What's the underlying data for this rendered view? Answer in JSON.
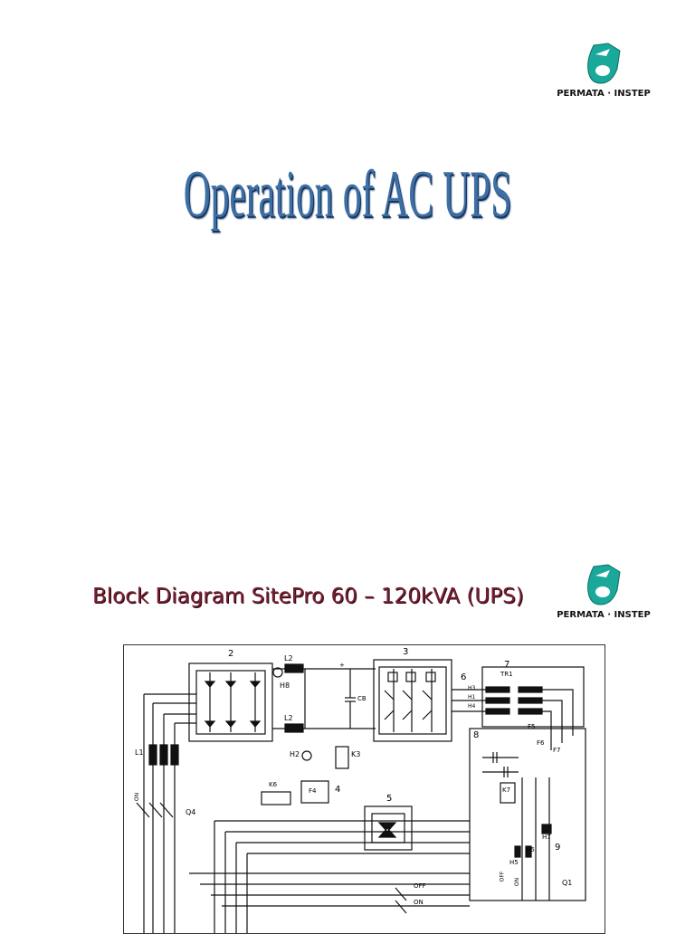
{
  "slide1": {
    "title": "Operation of AC UPS",
    "logo": {
      "text": "PERMATA · INSTEP",
      "icon": "petronas-logo-icon",
      "color": "#1aa89a"
    }
  },
  "slide2": {
    "title": "Block Diagram SitePro 60 – 120kVA (UPS)",
    "logo": {
      "text": "PERMATA · INSTEP",
      "icon": "petronas-logo-icon",
      "color": "#1aa89a"
    },
    "diagram": {
      "block_numbers": [
        "2",
        "3",
        "4",
        "5",
        "6",
        "7",
        "8",
        "9"
      ],
      "component_labels": {
        "L2_top": "L2",
        "L2_bottom": "L2",
        "H8": "H8",
        "CB": "CB",
        "H2": "H2",
        "K3": "K3",
        "K6": "K6",
        "F4": "F4",
        "L1": "L1",
        "Q4": "Q4",
        "TR1": "TR1",
        "F5": "F5",
        "F6": "F6",
        "F7": "F7",
        "K7": "K7",
        "H6": "H6",
        "H5": "H5",
        "H7": "H7",
        "Q1": "Q1",
        "H3": "H3",
        "H4": "H4",
        "H1": "H1",
        "plus": "+",
        "minus": "-",
        "on_q4": "ON",
        "off_q1": "OFF",
        "on_q1": "ON",
        "switch_off": "OFF",
        "switch_on": "ON"
      }
    }
  }
}
